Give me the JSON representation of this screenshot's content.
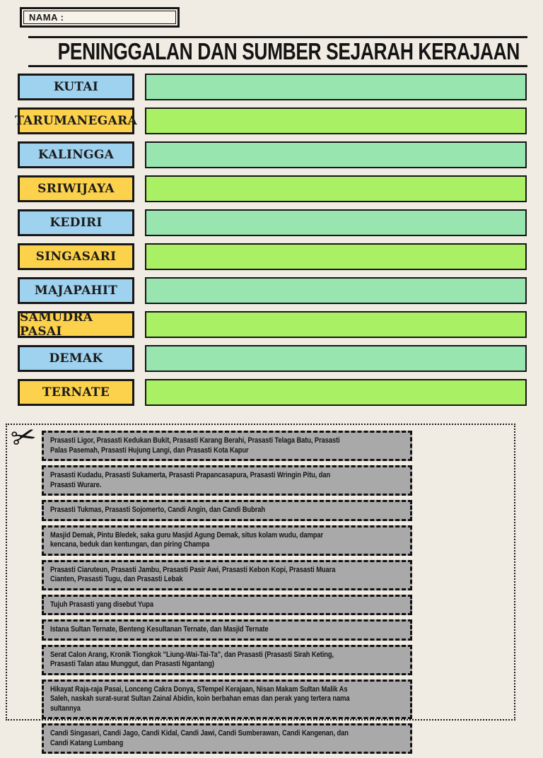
{
  "page": {
    "background": "#f1ece3"
  },
  "header": {
    "name_label": "NAMA :",
    "title": "PENINGGALAN DAN SUMBER SEJARAH KERAJAAN"
  },
  "colors": {
    "label_blue": "#9fd2ef",
    "label_yellow": "#fcd14c",
    "answer_mint": "#98e5b0",
    "answer_lime": "#aaf064",
    "strip_gray": "#a9a9a9",
    "border_black": "#161616"
  },
  "rows": [
    {
      "label": "KUTAI",
      "label_bg": "#9fd2ef",
      "answer_bg": "#98e5b0"
    },
    {
      "label": "TARUMANEGARA",
      "label_bg": "#fcd14c",
      "answer_bg": "#aaf064"
    },
    {
      "label": "KALINGGA",
      "label_bg": "#9fd2ef",
      "answer_bg": "#98e5b0"
    },
    {
      "label": "SRIWIJAYA",
      "label_bg": "#fcd14c",
      "answer_bg": "#aaf064"
    },
    {
      "label": "KEDIRI",
      "label_bg": "#9fd2ef",
      "answer_bg": "#98e5b0"
    },
    {
      "label": "SINGASARI",
      "label_bg": "#fcd14c",
      "answer_bg": "#aaf064"
    },
    {
      "label": "MAJAPAHIT",
      "label_bg": "#9fd2ef",
      "answer_bg": "#98e5b0"
    },
    {
      "label": "SAMUDRA PASAI",
      "label_bg": "#fcd14c",
      "answer_bg": "#aaf064"
    },
    {
      "label": "DEMAK",
      "label_bg": "#9fd2ef",
      "answer_bg": "#98e5b0"
    },
    {
      "label": "TERNATE",
      "label_bg": "#fcd14c",
      "answer_bg": "#aaf064"
    }
  ],
  "cutout": {
    "scissors_glyph": "✂",
    "strips": [
      "Prasasti  Ligor, Prasasti Kedukan Bukit, Prasasti Karang Berahi, Prasasti Telaga Batu, Prasasti Palas Pasemah, Prasasti Hujung Langi, dan Prasasti Kota Kapur",
      "Prasasti Kudadu, Prasasti Sukamerta, Prasasti Prapancasapura, Prasasti Wringin Pitu, dan Prasasti Wurare.",
      "Prasasti Tukmas, Prasasti Sojomerto, Candi Angin, dan Candi Bubrah",
      "Masjid Demak, Pintu Bledek, saka guru Masjid Agung Demak, situs kolam wudu, dampar kencana, beduk dan kentungan, dan piring Champa",
      "Prasasti Ciaruteun, Prasasti Jambu, Prasasti Pasir Awi, Prasasti Kebon Kopi, Prasasti Muara Cianten, Prasasti Tugu, dan Prasasti Lebak",
      "Tujuh Prasasti yang disebut Yupa",
      "Istana Sultan Ternate, Benteng Kesultanan Ternate, dan Masjid Ternate",
      "Serat Calon Arang, Kronik Tiongkok \"Liung-Wai-Tai-Ta\", dan Prasasti (Prasasti Sirah Keting, Prasasti Talan atau Munggut, dan Prasasti Ngantang)",
      "Hikayat Raja-raja Pasai, Lonceng Cakra Donya, STempel Kerajaan, Nisan Makam Sultan Malik As Saleh, naskah surat-surat Sultan Zainal Abidin, koin berbahan emas dan perak yang tertera nama sultannya",
      "Candi Singasari, Candi Jago, Candi Kidal, Candi Jawi, Candi Sumberawan, Candi Kangenan, dan Candi Katang Lumbang"
    ]
  }
}
